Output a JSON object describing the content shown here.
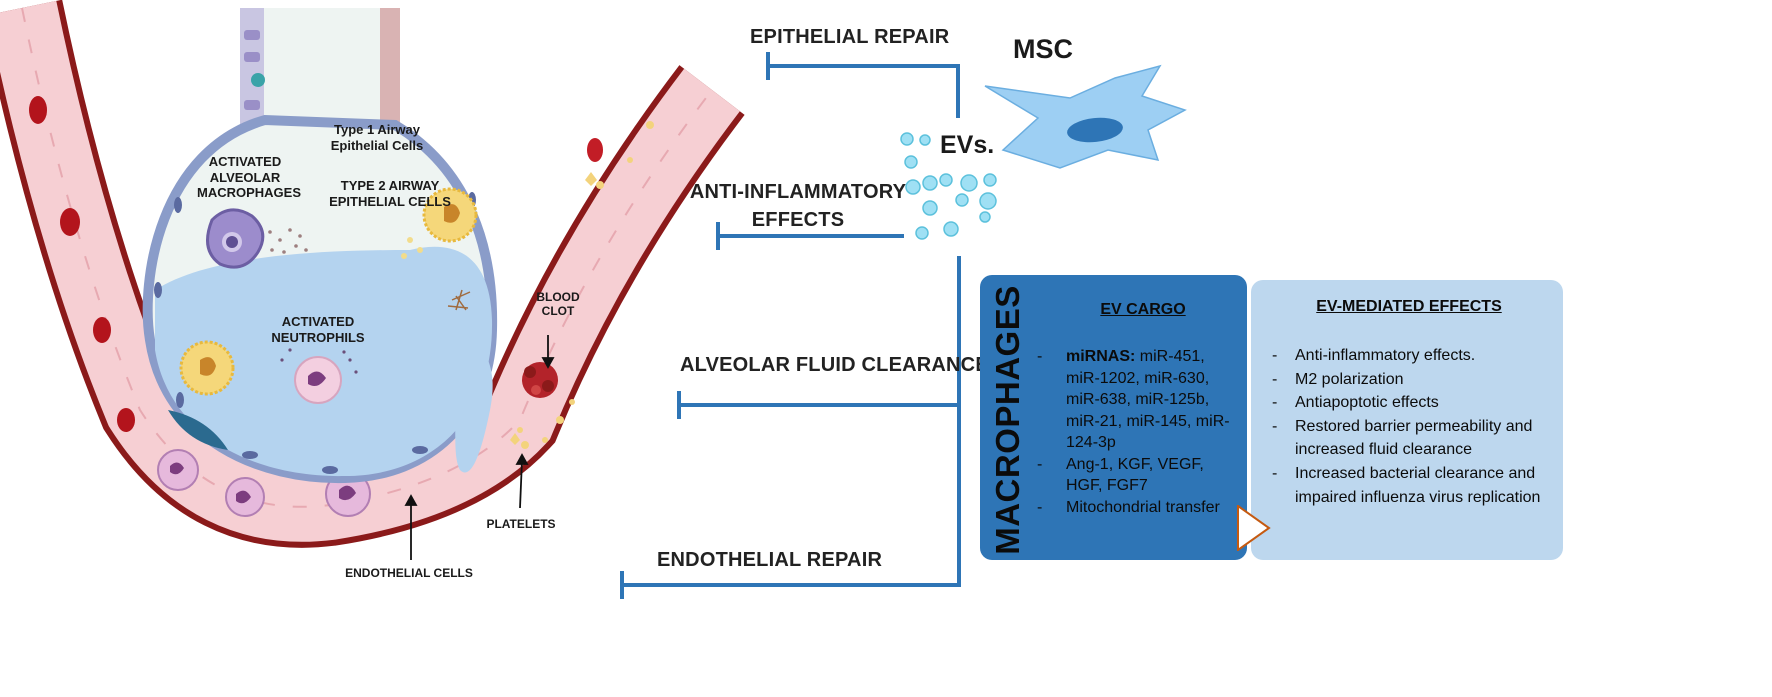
{
  "labels": {
    "activated_alveolar_macrophages": "ACTIVATED ALVEOLAR MACROPHAGES",
    "type1_cells": "Type 1 Airway Epithelial Cells",
    "type2_cells": "TYPE 2 AIRWAY EPITHELIAL CELLS",
    "activated_neutrophils": "ACTIVATED NEUTROPHILS",
    "blood_clot": "BLOOD CLOT",
    "platelets": "PLATELETS",
    "endothelial_cells": "ENDOTHELIAL CELLS"
  },
  "effects_branches": {
    "epithelial_repair": "EPITHELIAL REPAIR",
    "anti_inflammatory": "ANTI-INFLAMMATORY EFFECTS",
    "alveolar_fluid_clearance": "ALVEOLAR FLUID CLEARANCE",
    "endothelial_repair": "ENDOTHELIAL REPAIR"
  },
  "msc_label": "MSC",
  "evs_label": "EVs.",
  "macrophages_label": "MACROPHAGES",
  "ev_cargo": {
    "title": "EV CARGO",
    "mirnas_label": "miRNAS:",
    "mirnas_values": "miR-451, miR-1202, miR-630, miR-638, miR-125b, miR-21, miR-145, miR-124-3p",
    "item2": "Ang-1, KGF, VEGF, HGF, FGF7",
    "item3": "Mitochondrial transfer"
  },
  "ev_effects": {
    "title": "EV-MEDIATED EFFECTS",
    "items": [
      "Anti-inflammatory effects.",
      "M2 polarization",
      "Antiapoptotic effects",
      "Restored barrier permeability and increased fluid clearance",
      "Increased bacterial clearance and impaired influenza virus replication"
    ]
  },
  "colors": {
    "vessel_dark": "#8b1a1a",
    "vessel_fill": "#f6cfd3",
    "alveolar_wall": "#8a9cc9",
    "alveolar_space": "#eef4f2",
    "edema_fluid": "#b4d3ef",
    "msc_cell": "#9dcff3",
    "connector_blue": "#2e75b6",
    "cargo_box": "#2e75b6",
    "effects_box": "#bdd7ee"
  }
}
